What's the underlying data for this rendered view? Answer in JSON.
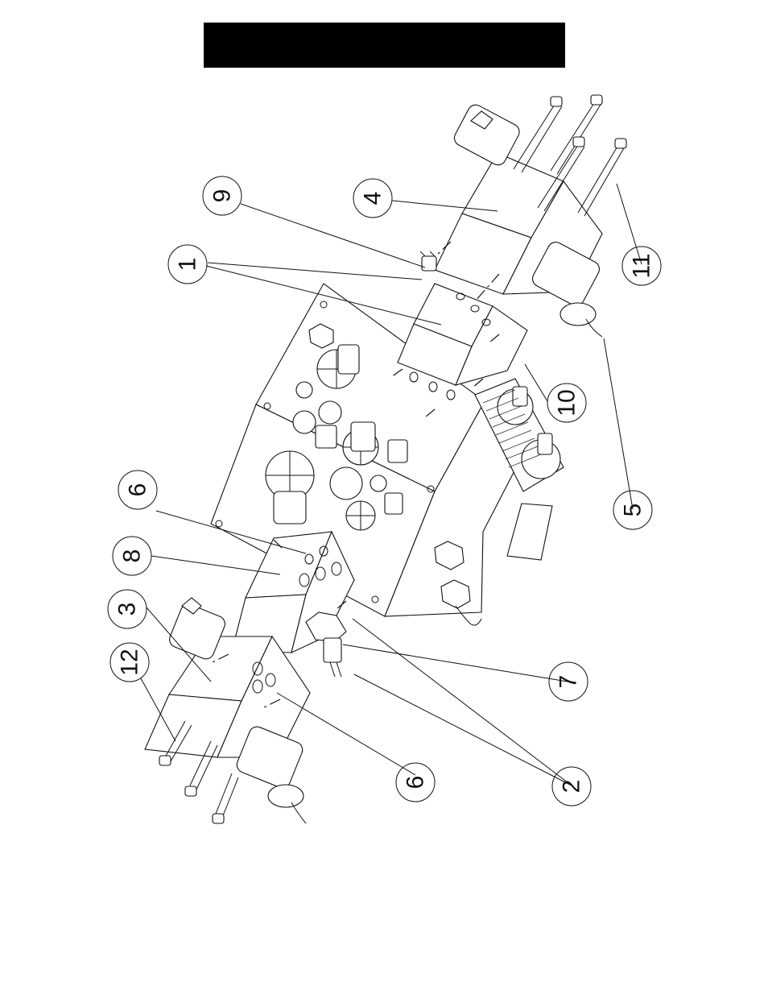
{
  "header": {
    "title": ""
  },
  "callouts": [
    {
      "label": "9"
    },
    {
      "label": "1"
    },
    {
      "label": "4"
    },
    {
      "label": "11"
    },
    {
      "label": "10"
    },
    {
      "label": "5"
    },
    {
      "label": "6"
    },
    {
      "label": "8"
    },
    {
      "label": "3"
    },
    {
      "label": "12"
    },
    {
      "label": "7"
    },
    {
      "label": "6"
    },
    {
      "label": "2"
    }
  ],
  "colors": {
    "ink": "#111111",
    "background": "#ffffff",
    "title_bar": "#000000"
  }
}
